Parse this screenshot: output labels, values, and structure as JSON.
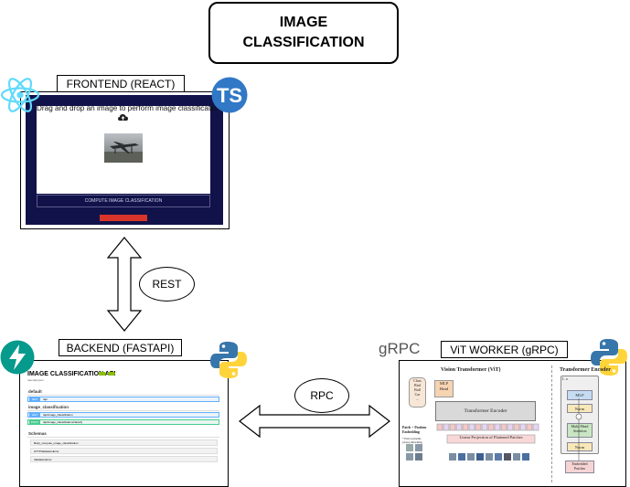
{
  "title": "IMAGE\nCLASSIFICATION",
  "frontend": {
    "label": "FRONTEND (REACT)",
    "drop_text": "Drag and drop an image to perform image classification",
    "compute_button": "COMPUTE IMAGE CLASSIFICATION",
    "logo_ts": "TS"
  },
  "backend": {
    "label": "BACKEND (FASTAPI)",
    "api_title": "IMAGE CLASSIFICATION API"
  },
  "worker": {
    "label": "ViT WORKER (gRPC)",
    "grpc_logo": "gRPC",
    "vit_title": "Vision Transformer (ViT)",
    "encoder_title": "Transformer Encoder",
    "class_box": "Class\nBird\nBall\nCar\n...",
    "mlp_head": "MLP\nHead",
    "transformer_encoder": "Transformer Encoder",
    "patch_embedding": "Patch + Position\nEmbedding",
    "extra_token": "* Extra learnable\n[class] embedding",
    "linear_projection": "Linear Projection of Flattened Patches",
    "enc_lx": "L x",
    "enc_mlp": "MLP",
    "enc_norm1": "Norm",
    "enc_mha": "Multi-Head\nAttention",
    "enc_norm2": "Norm",
    "enc_embedded": "Embedded\nPatches"
  },
  "connections": {
    "rest": "REST",
    "rpc": "RPC"
  },
  "colors": {
    "frontend_bg": "#12124a",
    "react": "#61dafb",
    "typescript": "#3178c6",
    "fastapi": "#059a8c",
    "python_blue": "#3776ab",
    "python_yellow": "#ffd43b",
    "swagger_get": "#61affe",
    "swagger_post": "#49cc90"
  },
  "icons": [
    "react-logo-icon",
    "typescript-logo-icon",
    "fastapi-logo-icon",
    "python-logo-icon",
    "grpc-logo-icon",
    "upload-cloud-icon"
  ]
}
